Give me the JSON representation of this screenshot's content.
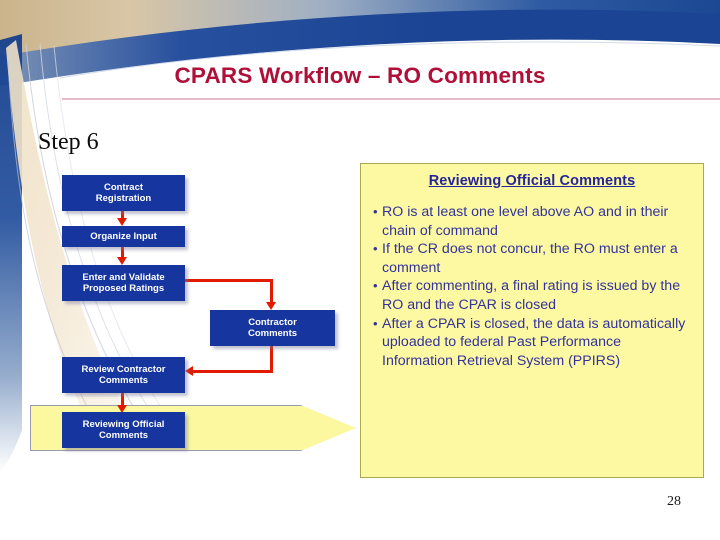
{
  "slide": {
    "title": "CPARS Workflow – RO Comments",
    "step_label": "Step 6",
    "page_number": "28",
    "colors": {
      "title_red": "#B01038",
      "box_blue": "#16359E",
      "connector_red": "#E01B00",
      "callout_yellow": "#FCF9A2",
      "callout_border": "#A8A850",
      "callout_text_blue": "#33339B",
      "banner_blue": "#1F4E9C",
      "banner_tan": "#E8D5B0"
    }
  },
  "flowchart": {
    "boxes": [
      {
        "id": "contract-registration",
        "label": "Contract\nRegistration"
      },
      {
        "id": "organize-input",
        "label": "Organize Input"
      },
      {
        "id": "enter-validate-ratings",
        "label": "Enter and Validate\nProposed Ratings"
      },
      {
        "id": "contractor-comments",
        "label": "Contractor\nComments"
      },
      {
        "id": "review-contractor-comments",
        "label": "Review Contractor\nComments"
      },
      {
        "id": "reviewing-official-comments",
        "label": "Reviewing Official\nComments"
      }
    ]
  },
  "callout": {
    "title": "Reviewing Official Comments",
    "bullet_glyph": "•",
    "bullets": [
      "RO is at least one level above AO and in their chain of command",
      "If the CR does not concur, the RO must enter a comment",
      "After commenting, a final rating is issued by the RO and the CPAR is closed",
      "After a CPAR is closed, the data is automatically uploaded to federal Past Performance Information Retrieval System (PPIRS)"
    ]
  }
}
